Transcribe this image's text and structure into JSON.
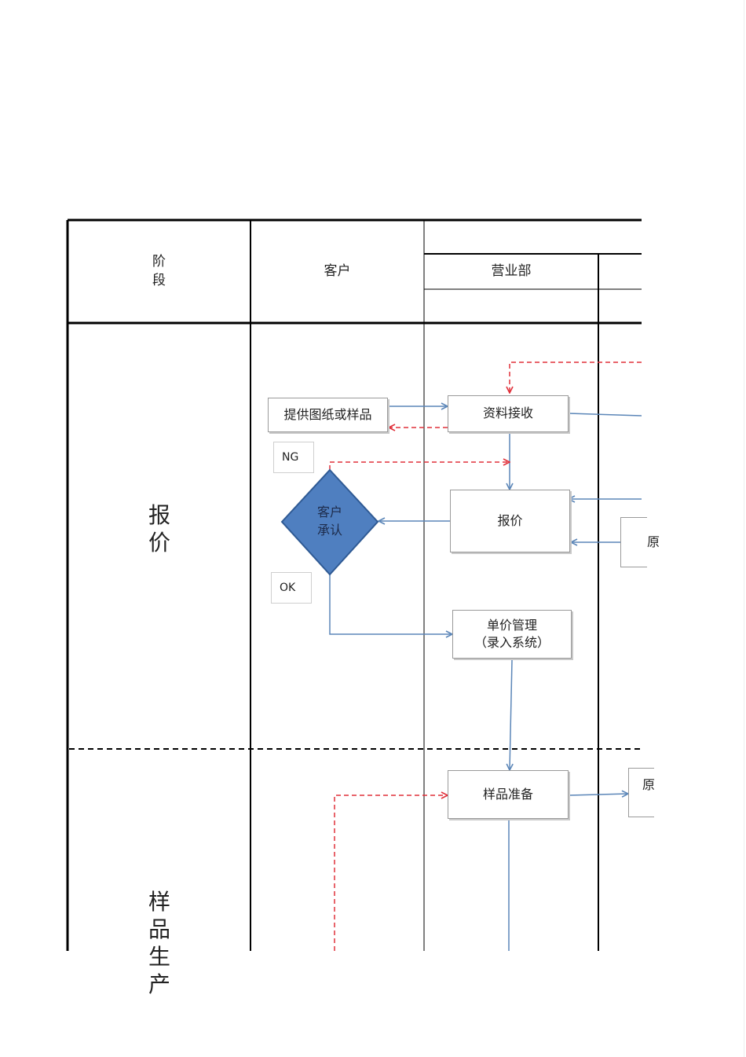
{
  "header": {
    "stage_col": "阶\n段",
    "customer_col": "客户",
    "dept_sales": "营业部"
  },
  "stages": {
    "quote": "报\n价",
    "sample": "样\n品\n生\n产"
  },
  "nodes": {
    "provide_drawing": "提供图纸或样品",
    "data_receive": "资料接收",
    "quote": "报价",
    "unit_price": "单价管理\n（录入系统）",
    "sample_prep": "样品准备",
    "decision": "客户\n承认",
    "partial_right_1": "原",
    "partial_right_2": "原"
  },
  "tags": {
    "ng": "NG",
    "ok": "OK"
  },
  "colors": {
    "solid_flow": "#5b86b8",
    "dashed_flow": "#e0303a",
    "decision_fill": "#4f7fc0",
    "decision_stroke": "#2f5a94"
  }
}
